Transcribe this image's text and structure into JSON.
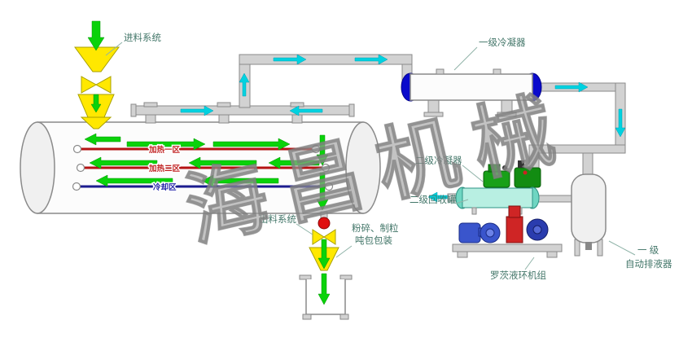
{
  "watermark": "海昌机械",
  "diagram": {
    "feed": {
      "label": "进料系统"
    },
    "drum": {
      "zones": [
        {
          "label": "加热一区",
          "color": "#c02020"
        },
        {
          "label": "加热二区",
          "color": "#c02020"
        },
        {
          "label": "冷却区",
          "color": "#2323a8"
        }
      ]
    },
    "condenser1": {
      "label": "一级冷凝器"
    },
    "condenser2": {
      "label": "二级冷凝器"
    },
    "recovery_tank2": {
      "label": "二级回收罐"
    },
    "discharge": {
      "label": "出料系统"
    },
    "packaging": {
      "line1": "粉碎、制粒",
      "line2": "吨包包装"
    },
    "roots_unit": {
      "label": "罗茨液环机组"
    },
    "auto_drainer": {
      "line1": "一 级",
      "line2": "自动排液器"
    }
  },
  "colors": {
    "material_flow_green": "#0ad20a",
    "vapor_flow_cyan": "#00d2e0",
    "heating_pipe_red": "#b51313",
    "cooling_pipe_blue": "#1c1c8f",
    "equipment_yellow": "#ffe800",
    "condenser_cap_blue": "#0a0acc",
    "pipe_gray": "#d2d2d2",
    "label_teal": "#44776a",
    "watermark_gray": "#9e9e9e"
  }
}
